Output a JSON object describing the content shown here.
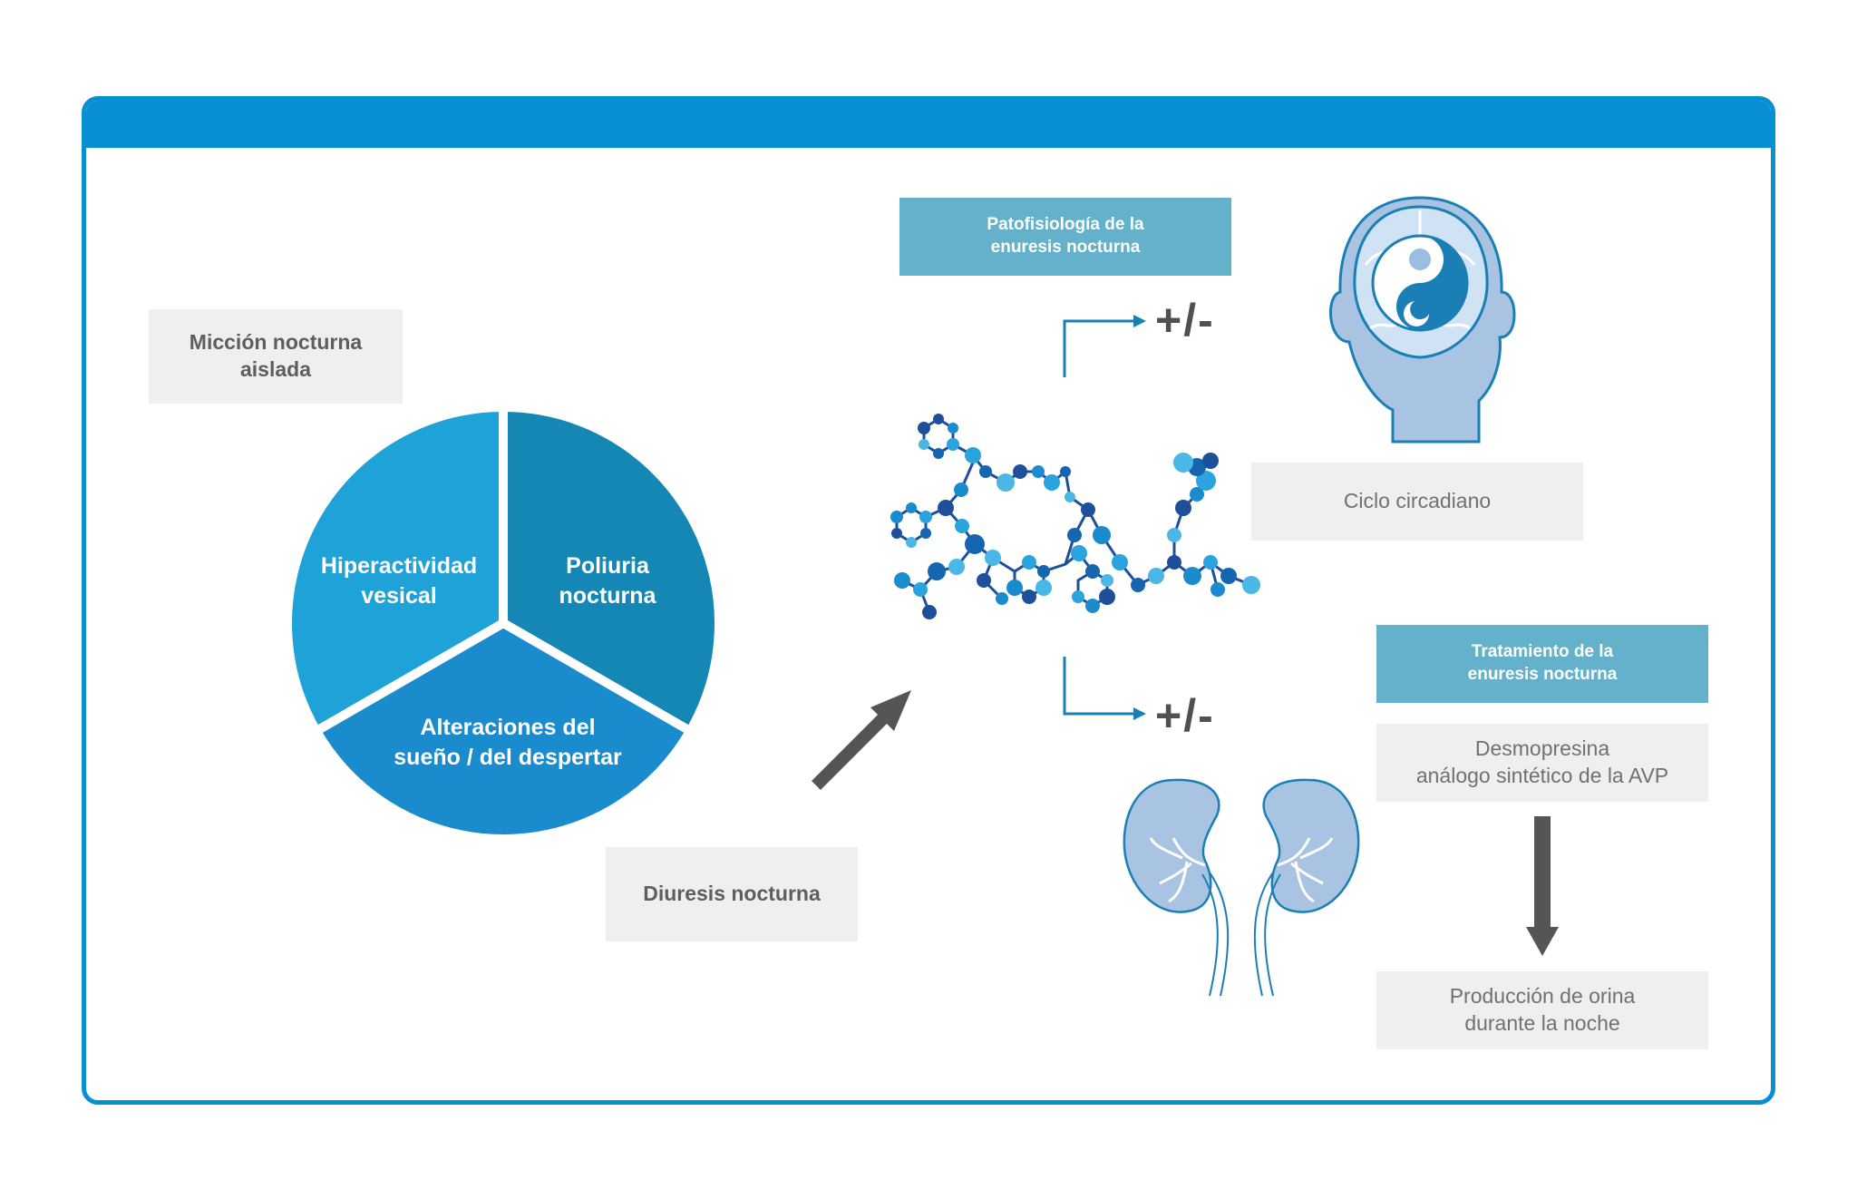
{
  "pie": {
    "segments": [
      {
        "label": "Poliuria\nnocturna",
        "color": "#1587b4"
      },
      {
        "label": "Alteraciones del\nsueño / del despertar",
        "color": "#1a8bcc"
      },
      {
        "label": "Hiperactividad\nvesical",
        "color": "#1fa2d8"
      }
    ]
  },
  "boxes": {
    "miccion": "Micción nocturna\naislada",
    "diuresis": "Diuresis nocturna",
    "patofisiologia": "Patofisiología de la\nenuresis nocturna",
    "ciclo": "Ciclo circadiano",
    "tratamiento": "Tratamiento de la\nenuresis nocturna",
    "desmopresina": "Desmopresina\nanálogo sintético de la AVP",
    "produccion": "Producción de orina\ndurante la noche"
  },
  "symbols": {
    "plusminus_top": "+/-",
    "plusminus_bottom": "+/-"
  },
  "icons": {
    "molecule": "molecule-icon",
    "head": "head-brain-yin-yang-icon",
    "kidneys": "kidneys-icon"
  },
  "colors": {
    "frame": "#0690d3",
    "teal_box": "#63b1ca",
    "grey_box": "#eeeff1",
    "arrow": "#555555"
  }
}
